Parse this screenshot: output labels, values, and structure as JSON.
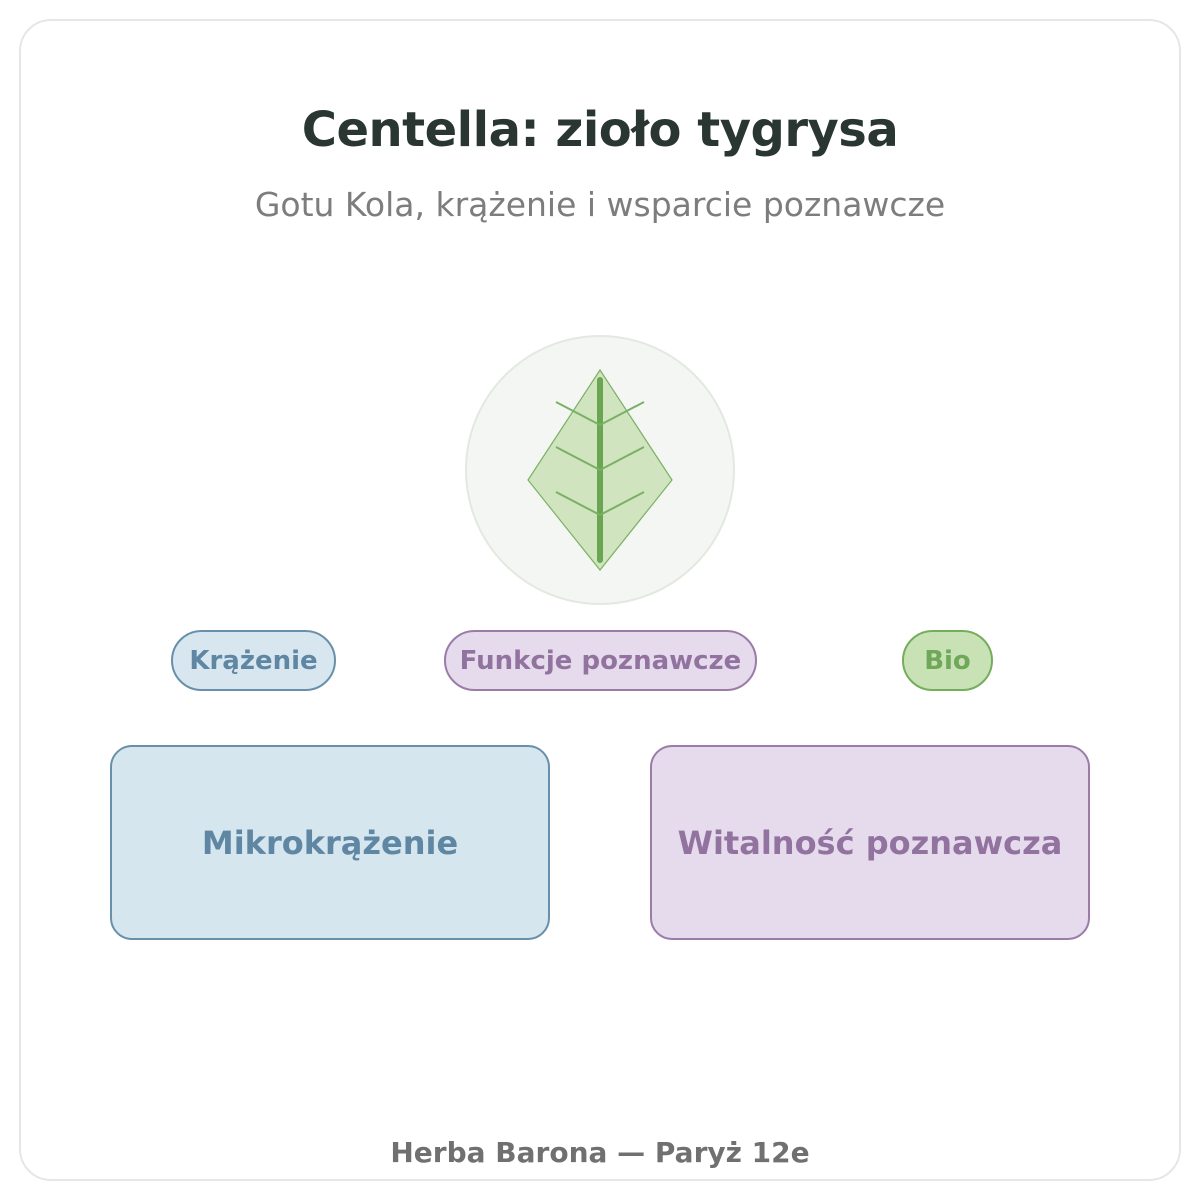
{
  "header": {
    "title": "Centella: zioło tygrysa",
    "subtitle": "Gotu Kola, krążenie i wsparcie poznawcze"
  },
  "emblem": {
    "icon": "leaf-icon",
    "colors": {
      "circle_fill": "#f4f6f3",
      "circle_stroke": "#e3e8e1",
      "leaf_fill": "#d0e4bf",
      "leaf_stroke": "#7bb064",
      "vein": "#6aa652"
    }
  },
  "tags": [
    {
      "label": "Krążenie",
      "color": "#5f87a3"
    },
    {
      "label": "Funkcje poznawcze",
      "color": "#9273a0"
    },
    {
      "label": "Bio",
      "color": "#6ea858"
    }
  ],
  "boxes": [
    {
      "label": "Mikrokrążenie",
      "color": "#5f87a3"
    },
    {
      "label": "Witalność poznawcza",
      "color": "#9273a0"
    }
  ],
  "footer": {
    "text": "Herba Barona — Paryż 12e"
  }
}
